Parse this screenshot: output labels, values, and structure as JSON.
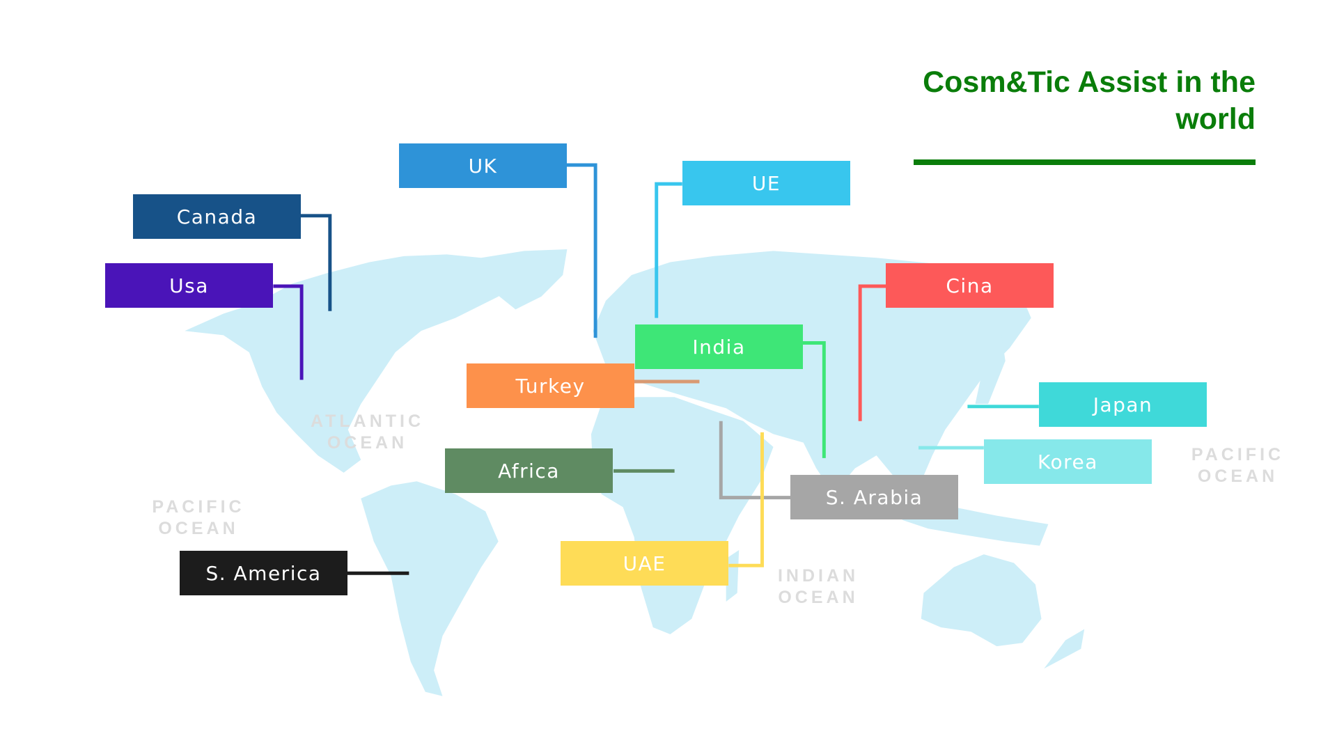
{
  "title": {
    "line1": "Cosm&Tic Assist in the",
    "line2": "world",
    "color": "#0a7d0a"
  },
  "oceans": {
    "pacific_west": [
      "PACIFIC",
      "OCEAN"
    ],
    "atlantic": [
      "ATLANTIC",
      "OCEAN"
    ],
    "indian": [
      "INDIAN",
      "OCEAN"
    ],
    "pacific_east": [
      "PACIFIC",
      "OCEAN"
    ]
  },
  "labels": [
    {
      "id": "uk",
      "text": "UK",
      "color": "#2e93d8"
    },
    {
      "id": "ue",
      "text": "UE",
      "color": "#38c6ee"
    },
    {
      "id": "canada",
      "text": "Canada",
      "color": "#175288"
    },
    {
      "id": "usa",
      "text": "Usa",
      "color": "#4a14b8"
    },
    {
      "id": "cina",
      "text": "Cina",
      "color": "#fd5959"
    },
    {
      "id": "india",
      "text": "India",
      "color": "#3ee677"
    },
    {
      "id": "turkey",
      "text": "Turkey",
      "color": "#fd914b"
    },
    {
      "id": "japan",
      "text": "Japan",
      "color": "#3fd9d9"
    },
    {
      "id": "korea",
      "text": "Korea",
      "color": "#86e8ea"
    },
    {
      "id": "africa",
      "text": "Africa",
      "color": "#5f8b62"
    },
    {
      "id": "s-arabia",
      "text": "S. Arabia",
      "color": "#a6a6a6"
    },
    {
      "id": "uae",
      "text": "UAE",
      "color": "#fedc57"
    },
    {
      "id": "s-america",
      "text": "S. America",
      "color": "#1c1c1c"
    }
  ],
  "map_color": "#cdeef8"
}
